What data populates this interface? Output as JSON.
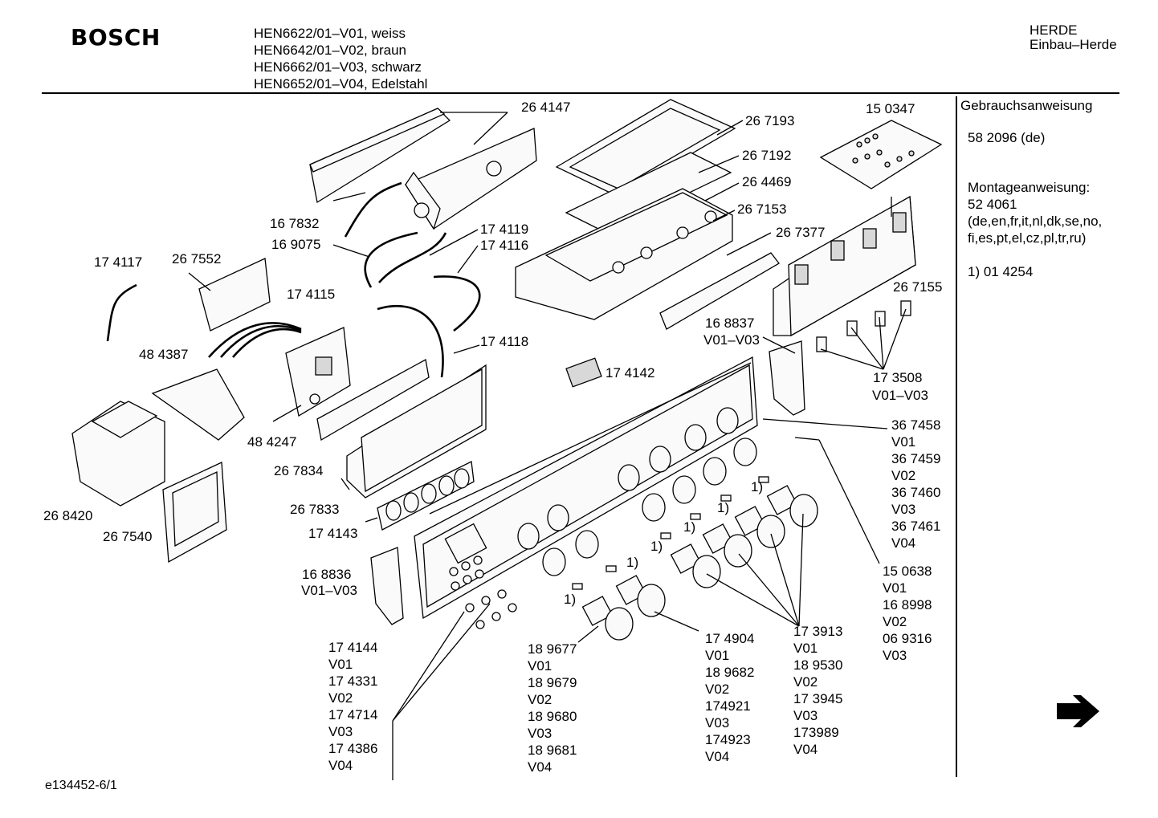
{
  "header": {
    "brand": "BOSCH",
    "models": [
      "HEN6622/01–V01, weiss",
      "HEN6642/01–V02, braun",
      "HEN6662/01–V03, schwarz",
      "HEN6652/01–V04, Edelstahl"
    ],
    "category": "HERDE",
    "subcategory": "Einbau–Herde"
  },
  "side_panel": {
    "manual_title": "Gebrauchsanweisung",
    "manual_number": "58 2096 (de)",
    "assembly_title": "Montageanweisung:",
    "assembly_number": "52 4061",
    "assembly_languages_1": "(de,en,fr,it,nl,dk,se,no,",
    "assembly_languages_2": "fi,es,pt,el,cz,pl,tr,ru)",
    "footnote": "1) 01 4254"
  },
  "footer": {
    "doc_code": "e134452-6/1"
  },
  "labels": {
    "l264147": "26 4147",
    "l150347": "15 0347",
    "l267193": "26 7193",
    "l267192": "26 7192",
    "l264469": "26 4469",
    "l267153": "26 7153",
    "l267377": "26 7377",
    "l167832": "16 7832",
    "l169075": "16 9075",
    "l174119": "17 4119",
    "l174116": "17 4116",
    "l174117": "17 4117",
    "l267552": "26 7552",
    "l174115": "17 4115",
    "l267155": "26 7155",
    "l168837": "16 8837",
    "l168837v": "V01–V03",
    "l174118": "17 4118",
    "l484387": "48 4387",
    "l174142": "17 4142",
    "l173508": "17 3508",
    "l173508v": "V01–V03",
    "l484247": "48 4247",
    "l367458": "36 7458",
    "v01a": "V01",
    "l367459": "36 7459",
    "v02a": "V02",
    "l367460": "36 7460",
    "v03a": "V03",
    "l367461": "36 7461",
    "v04a": "V04",
    "l267834": "26 7834",
    "l268420": "26 8420",
    "l267833": "26 7833",
    "l267540": "26 7540",
    "l174143": "17 4143",
    "l150638": "15 0638",
    "v01b": "V01",
    "l168998": "16 8998",
    "v02b": "V02",
    "l069316": "06 9316",
    "v03b": "V03",
    "l168836": "16 8836",
    "l168836v": "V01–V03",
    "l174904": "17 4904",
    "v01c": "V01",
    "l189682": "18 9682",
    "v02c": "V02",
    "l174921": "174921",
    "v03c": "V03",
    "l174923": "174923",
    "v04c": "V04",
    "l173913": "17 3913",
    "v01d": "V01",
    "l189530": "18 9530",
    "v02d": "V02",
    "l173945": "17 3945",
    "v03d": "V03",
    "l173989": "173989",
    "v04d": "V04",
    "l174144": "17 4144",
    "v01e": "V01",
    "l174331": "17 4331",
    "v02e": "V02",
    "l174714": "17 4714",
    "v03e": "V03",
    "l174386": "17 4386",
    "v04e": "V04",
    "l189677": "18 9677",
    "v01f": "V01",
    "l189679": "18 9679",
    "v02f": "V02",
    "l189680": "18 9680",
    "v03f": "V03",
    "l189681": "18 9681",
    "v04f": "V04",
    "fn1": "1)",
    "fn2": "1)",
    "fn3": "1)",
    "fn4": "1)",
    "fn5": "1)",
    "fn6": "1)"
  },
  "icons": {
    "next_page": "arrow-right-icon"
  }
}
